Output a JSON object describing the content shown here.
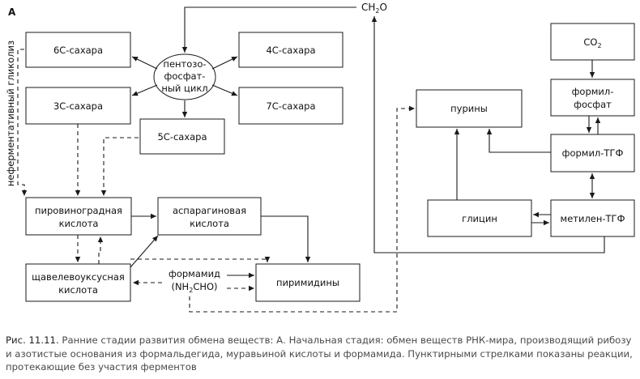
{
  "panel_label": "А",
  "nodes": {
    "ch2o": "CH",
    "ch2o_sub": "2",
    "ch2o_tail": "O",
    "sugar6": "6С-сахара",
    "sugar4": "4С-сахара",
    "sugar3": "3С-сахара",
    "sugar7": "7С-сахара",
    "sugar5": "5С-сахара",
    "ppp_line1": "пентозо-",
    "ppp_line2": "фосфат-",
    "ppp_line3": "ный цикл",
    "side_label": "неферментативный гликолиз",
    "pyruvate_line1": "пировиноградная",
    "pyruvate_line2": "кислота",
    "aspartate_line1": "аспарагиновая",
    "aspartate_line2": "кислота",
    "oxaloacetate_line1": "щавелевоуксусная",
    "oxaloacetate_line2": "кислота",
    "formamide_line1": "формамид",
    "formamide_line2a": "(NH",
    "formamide_sub": "2",
    "formamide_line2b": "CHO)",
    "pyrimidines": "пиримидины",
    "purines": "пурины",
    "co2": "CO",
    "co2_sub": "2",
    "formylphosphate_line1": "формил-",
    "formylphosphate_line2": "фосфат",
    "formylthf": "формил-ТГФ",
    "glycine": "глицин",
    "methylenethf": "метилен-ТГФ"
  },
  "caption": {
    "prefix": "Рис. 11.11.",
    "text": " Ранние стадии развития обмена веществ: А. Начальная стадия: обмен веществ РНК-мира, производящий рибозу и азотистые основания из формальдегида, муравьиной кислоты и формамида. Пунктирными стрелками показаны реакции, протекающие без участия ферментов"
  }
}
